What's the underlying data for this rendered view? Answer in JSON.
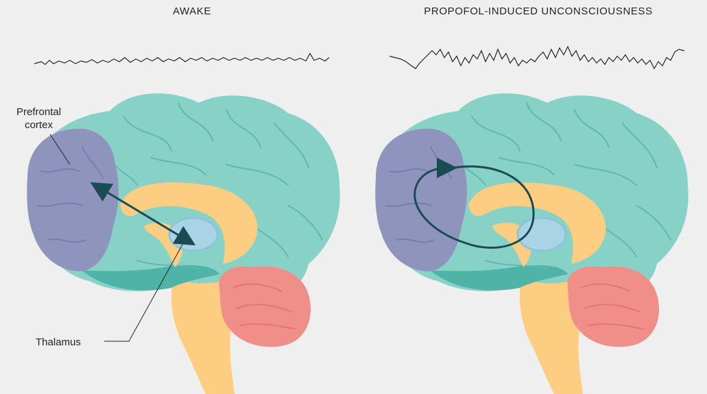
{
  "panels": [
    {
      "title": "AWAKE"
    },
    {
      "title": "PROPOFOL-INDUCED UNCONSCIOUSNESS"
    }
  ],
  "labels": {
    "prefrontal_line1": "Prefrontal",
    "prefrontal_line2": "cortex",
    "thalamus": "Thalamus"
  },
  "colors": {
    "background": "#efefef",
    "cortex": "#88d1c6",
    "cortex_dark": "#4fb3a7",
    "prefrontal": "#8e94bc",
    "corpus_callosum": "#fdcd82",
    "brainstem": "#fdcd82",
    "thalamus": "#a9d4e6",
    "cerebellum": "#f08f8a",
    "arrow": "#1b4b52",
    "eeg_trace": "#222222"
  },
  "icons": [
    "double-arrow-icon",
    "loop-arrow-icon"
  ]
}
